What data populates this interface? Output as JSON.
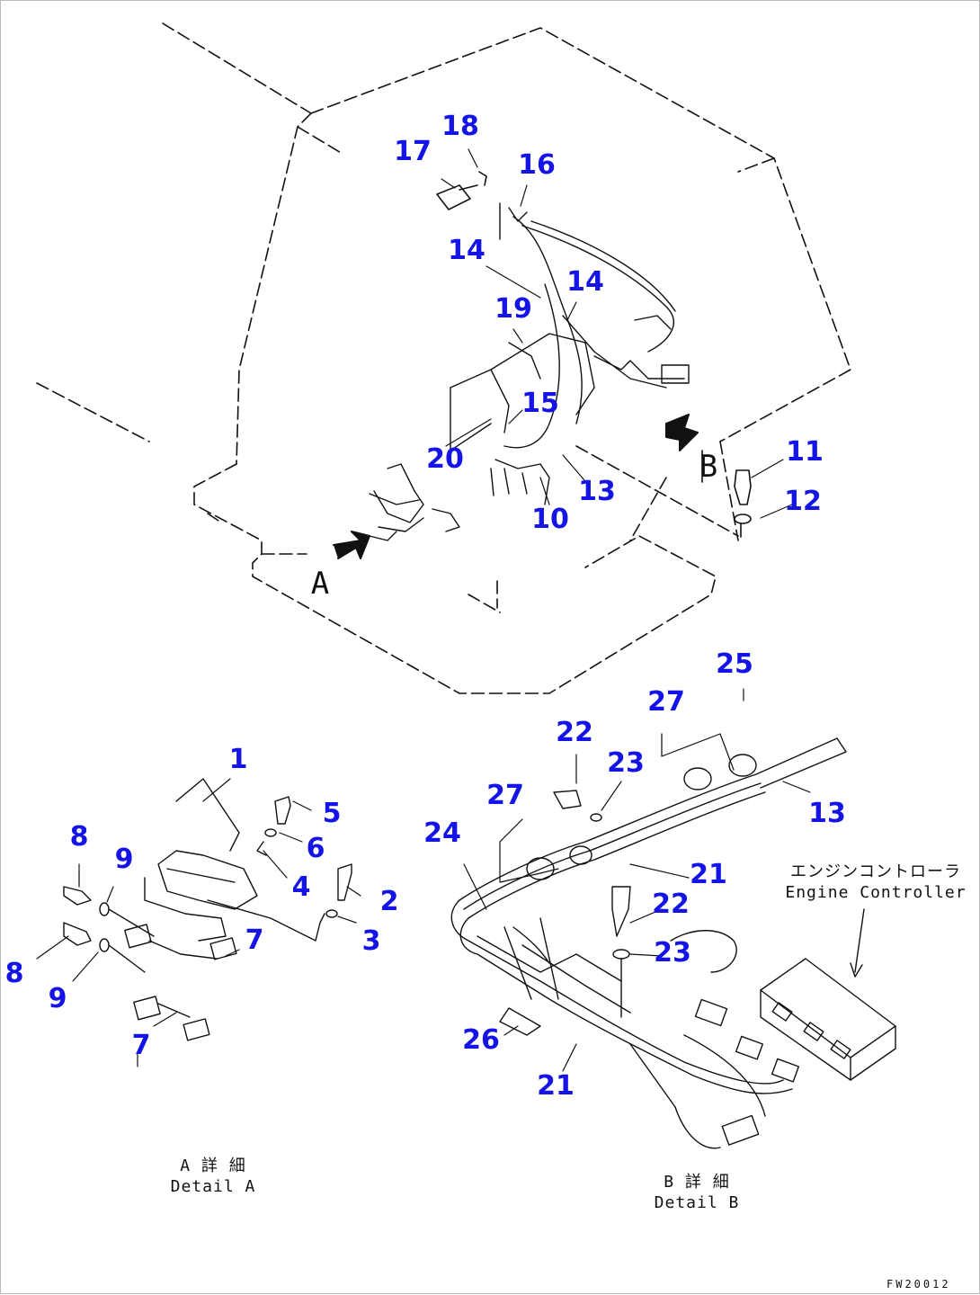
{
  "colors": {
    "callout": "#1414e6",
    "line": "#111111",
    "background": "#ffffff"
  },
  "callouts": [
    {
      "id": "c17",
      "label": "17"
    },
    {
      "id": "c18",
      "label": "18"
    },
    {
      "id": "c16",
      "label": "16"
    },
    {
      "id": "c14a",
      "label": "14"
    },
    {
      "id": "c14b",
      "label": "14"
    },
    {
      "id": "c19",
      "label": "19"
    },
    {
      "id": "c15",
      "label": "15"
    },
    {
      "id": "c20",
      "label": "20"
    },
    {
      "id": "c13a",
      "label": "13"
    },
    {
      "id": "c10",
      "label": "10"
    },
    {
      "id": "c11",
      "label": "11"
    },
    {
      "id": "c12",
      "label": "12"
    },
    {
      "id": "c1",
      "label": "1"
    },
    {
      "id": "c5",
      "label": "5"
    },
    {
      "id": "c6",
      "label": "6"
    },
    {
      "id": "c4",
      "label": "4"
    },
    {
      "id": "c2",
      "label": "2"
    },
    {
      "id": "c3",
      "label": "3"
    },
    {
      "id": "c7a",
      "label": "7"
    },
    {
      "id": "c7b",
      "label": "7"
    },
    {
      "id": "c8a",
      "label": "8"
    },
    {
      "id": "c8b",
      "label": "8"
    },
    {
      "id": "c9a",
      "label": "9"
    },
    {
      "id": "c9b",
      "label": "9"
    },
    {
      "id": "c25",
      "label": "25"
    },
    {
      "id": "c27a",
      "label": "27"
    },
    {
      "id": "c22a",
      "label": "22"
    },
    {
      "id": "c23a",
      "label": "23"
    },
    {
      "id": "c13b",
      "label": "13"
    },
    {
      "id": "c27b",
      "label": "27"
    },
    {
      "id": "c24",
      "label": "24"
    },
    {
      "id": "c21a",
      "label": "21"
    },
    {
      "id": "c22b",
      "label": "22"
    },
    {
      "id": "c23b",
      "label": "23"
    },
    {
      "id": "c26",
      "label": "26"
    },
    {
      "id": "c21b",
      "label": "21"
    }
  ],
  "view_letters": {
    "a": "A",
    "b": "B"
  },
  "captions": {
    "detail_a_jp": "A 詳 細",
    "detail_a_en": "Detail A",
    "detail_b_jp": "B 詳 細",
    "detail_b_en": "Detail B",
    "engine_controller_jp": "エンジンコントローラ",
    "engine_controller_en": "Engine Controller"
  },
  "drawing_code": "FW20012"
}
